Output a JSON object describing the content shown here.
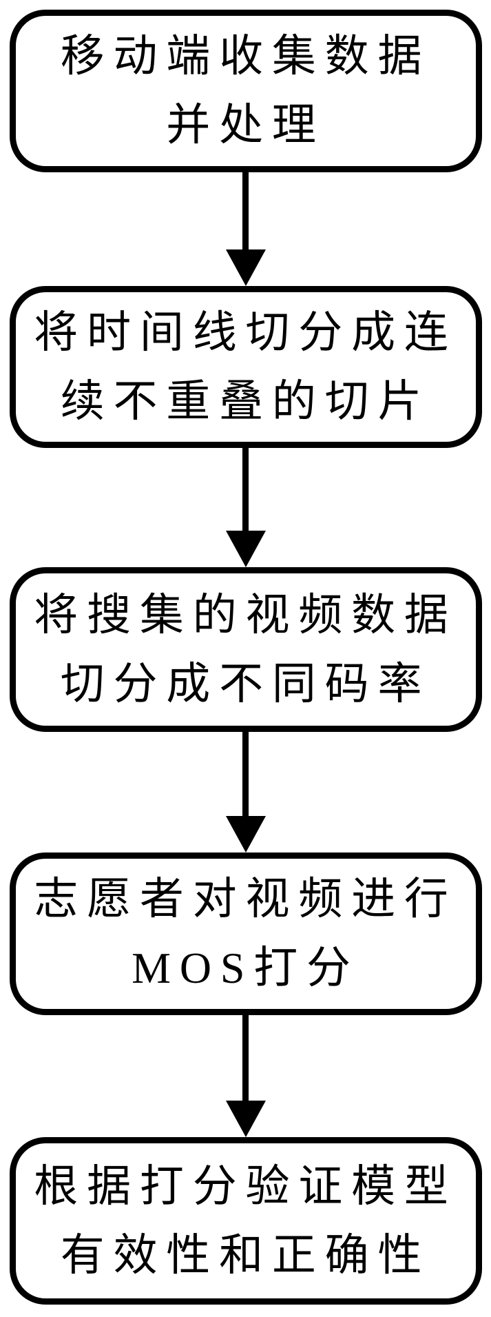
{
  "diagram": {
    "type": "flowchart",
    "direction": "top-down",
    "colors": {
      "stroke": "#000000",
      "background": "#ffffff",
      "text": "#000000"
    },
    "steps": [
      {
        "id": 1,
        "line1": "移动端收集数据",
        "line2": "并处理"
      },
      {
        "id": 2,
        "line1": "将时间线切分成连",
        "line2": "续不重叠的切片"
      },
      {
        "id": 3,
        "line1": "将搜集的视频数据",
        "line2": "切分成不同码率"
      },
      {
        "id": 4,
        "line1": "志愿者对视频进行",
        "line2": "MOS打分"
      },
      {
        "id": 5,
        "line1": "根据打分验证模型",
        "line2": "有效性和正确性"
      }
    ],
    "edges": [
      {
        "from": 1,
        "to": 2,
        "style": "solid-arrow-down"
      },
      {
        "from": 2,
        "to": 3,
        "style": "solid-arrow-down"
      },
      {
        "from": 3,
        "to": 4,
        "style": "solid-arrow-down"
      },
      {
        "from": 4,
        "to": 5,
        "style": "solid-arrow-down"
      }
    ]
  }
}
